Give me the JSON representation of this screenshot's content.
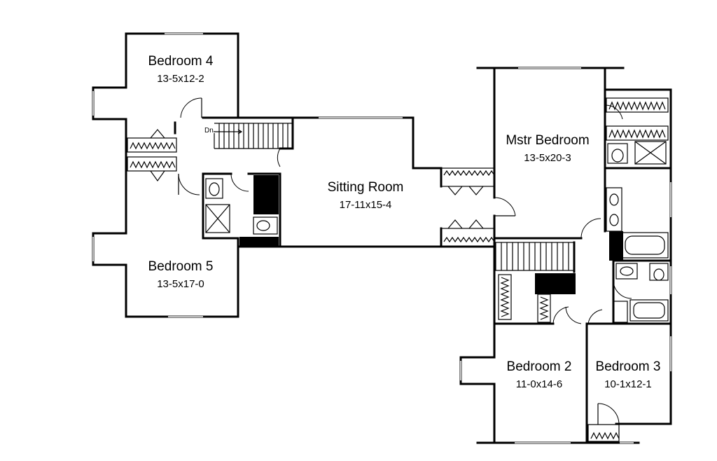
{
  "rooms": {
    "bedroom4": {
      "name": "Bedroom 4",
      "dims": "13-5x12-2"
    },
    "bedroom5": {
      "name": "Bedroom 5",
      "dims": "13-5x17-0"
    },
    "sitting": {
      "name": "Sitting Room",
      "dims": "17-11x15-4"
    },
    "master": {
      "name": "Mstr Bedroom",
      "dims": "13-5x20-3"
    },
    "bedroom2": {
      "name": "Bedroom 2",
      "dims": "11-0x14-6"
    },
    "bedroom3": {
      "name": "Bedroom 3",
      "dims": "10-1x12-1"
    }
  },
  "stair": {
    "label": "Dn"
  }
}
